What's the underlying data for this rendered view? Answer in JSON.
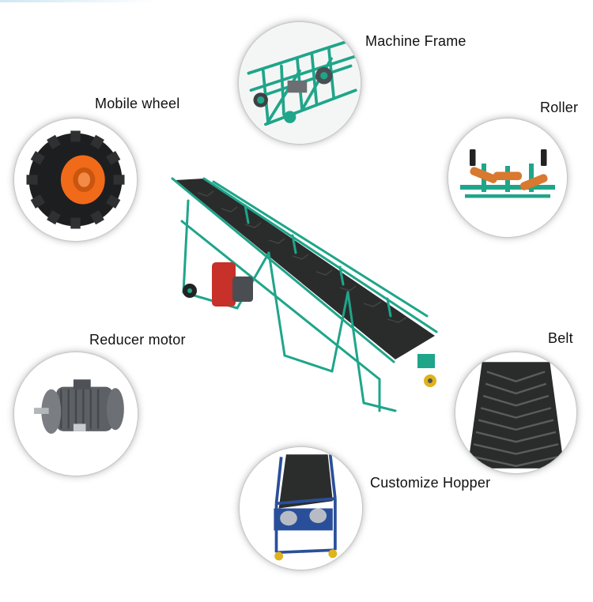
{
  "labels": {
    "machine_frame": "Machine Frame",
    "mobile_wheel": "Mobile wheel",
    "roller": "Roller",
    "reducer_motor": "Reducer motor",
    "belt": "Belt",
    "customize_hopper": "Customize Hopper"
  },
  "colors": {
    "frame_green": "#1fa58a",
    "belt_dark": "#2a2c2b",
    "wheel_orange": "#f06a1a",
    "roller_orange": "#d9782f",
    "motor_grey": "#5d6166",
    "hopper_blue": "#2a4f9a",
    "reducer_red": "#c8302a"
  },
  "icons": {
    "machine_frame": "machine-frame-photo",
    "mobile_wheel": "tire-photo",
    "roller": "roller-photo",
    "reducer_motor": "motor-photo",
    "belt": "belt-photo",
    "customize_hopper": "hopper-photo",
    "conveyor": "belt-conveyor-photo"
  }
}
